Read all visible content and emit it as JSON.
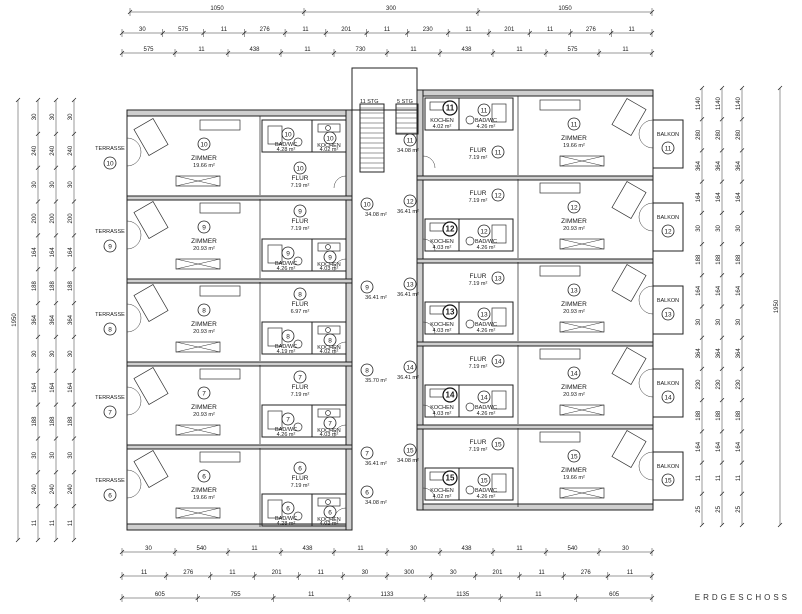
{
  "title": "ERDGESCHOSS",
  "dims": {
    "top_overall": [
      "1050",
      "300",
      "1050"
    ],
    "top_row2": [
      "30",
      "575",
      "11",
      "276",
      "11",
      "201",
      "11",
      "230",
      "11",
      "201",
      "11",
      "276",
      "11"
    ],
    "top_row3": [
      "575",
      "11",
      "438",
      "11",
      "730",
      "11",
      "438",
      "11",
      "575",
      "11"
    ],
    "bottom_row1": [
      "30",
      "540",
      "11",
      "438",
      "11",
      "30",
      "438",
      "11",
      "540",
      "30"
    ],
    "bottom_row2": [
      "11",
      "276",
      "11",
      "201",
      "11",
      "30",
      "300",
      "30",
      "201",
      "11",
      "276",
      "11"
    ],
    "bottom_row3": [
      "605",
      "755",
      "11",
      "1133",
      "1135",
      "11",
      "605"
    ],
    "left_overall": "1950",
    "right_overall": "1950",
    "left_ticks": [
      "30",
      "240",
      "30",
      "200",
      "164",
      "188",
      "364",
      "30",
      "164",
      "188",
      "30",
      "240",
      "11"
    ],
    "right_ticks": [
      "1140",
      "280",
      "364",
      "164",
      "30",
      "188",
      "164",
      "30",
      "364",
      "230",
      "188",
      "164",
      "11",
      "25"
    ]
  },
  "labels": {
    "stair_left": "11 STG",
    "stair_right": "5 STG"
  },
  "left_units": [
    {
      "num": "10",
      "terrasse": "TERRASSE",
      "zimmer": "ZIMMER",
      "zimmer_area": "19.66 m²",
      "flur": "FLUR",
      "flur_area": "7.19 m²",
      "bad": "BAD/WC",
      "bad_area": "4.28 m²",
      "kochen": "KOCHEN",
      "kochen_area": "4.02 m²",
      "entry_area": "34.08 m²"
    },
    {
      "num": "9",
      "terrasse": "TERRASSE",
      "zimmer": "ZIMMER",
      "zimmer_area": "20.93 m²",
      "flur": "FLUR",
      "flur_area": "7.19 m²",
      "bad": "BAD/WC",
      "bad_area": "4.26 m²",
      "kochen": "KOCHEN",
      "kochen_area": "4.03 m²",
      "entry_area": "36.41 m²"
    },
    {
      "num": "8",
      "terrasse": "TERRASSE",
      "zimmer": "ZIMMER",
      "zimmer_area": "20.93 m²",
      "flur": "FLUR",
      "flur_area": "6.97 m²",
      "bad": "BAD/WC",
      "bad_area": "4.19 m²",
      "kochen": "KOCHEN",
      "kochen_area": "4.02 m²",
      "entry_area": "35.70 m²"
    },
    {
      "num": "7",
      "terrasse": "TERRASSE",
      "zimmer": "ZIMMER",
      "zimmer_area": "20.93 m²",
      "flur": "FLUR",
      "flur_area": "7.19 m²",
      "bad": "BAD/WC",
      "bad_area": "4.26 m²",
      "kochen": "KOCHEN",
      "kochen_area": "4.03 m²",
      "entry_area": "36.41 m²"
    },
    {
      "num": "6",
      "terrasse": "TERRASSE",
      "zimmer": "ZIMMER",
      "zimmer_area": "19.66 m²",
      "flur": "FLUR",
      "flur_area": "7.19 m²",
      "bad": "BAD/WC",
      "bad_area": "4.28 m²",
      "kochen": "KOCHEN",
      "kochen_area": "4.02 m²",
      "entry_area": "34.08 m²"
    }
  ],
  "right_units": [
    {
      "num": "11",
      "balkon": "BALKON",
      "zimmer": "ZIMMER",
      "zimmer_area": "19.66 m²",
      "flur": "FLUR",
      "flur_area": "7.19 m²",
      "bad": "BAD/WC",
      "bad_area": "4.26 m²",
      "kochen": "KOCHEN",
      "kochen_area": "4.02 m²",
      "entry_area": "34.08 m²"
    },
    {
      "num": "12",
      "balkon": "BALKON",
      "zimmer": "ZIMMER",
      "zimmer_area": "20.93 m²",
      "flur": "FLUR",
      "flur_area": "7.19 m²",
      "bad": "BAD/WC",
      "bad_area": "4.26 m²",
      "kochen": "KOCHEN",
      "kochen_area": "4.03 m²",
      "entry_area": "36.41 m²"
    },
    {
      "num": "13",
      "balkon": "BALKON",
      "zimmer": "ZIMMER",
      "zimmer_area": "20.93 m²",
      "flur": "FLUR",
      "flur_area": "7.19 m²",
      "bad": "BAD/WC",
      "bad_area": "4.26 m²",
      "kochen": "KOCHEN",
      "kochen_area": "4.03 m²",
      "entry_area": "36.41 m²"
    },
    {
      "num": "14",
      "balkon": "BALKON",
      "zimmer": "ZIMMER",
      "zimmer_area": "20.93 m²",
      "flur": "FLUR",
      "flur_area": "7.19 m²",
      "bad": "BAD/WC",
      "bad_area": "4.26 m²",
      "kochen": "KOCHEN",
      "kochen_area": "4.03 m²",
      "entry_area": "36.41 m²"
    },
    {
      "num": "15",
      "balkon": "BALKON",
      "zimmer": "ZIMMER",
      "zimmer_area": "19.66 m²",
      "flur": "FLUR",
      "flur_area": "7.19 m²",
      "bad": "BAD/WC",
      "bad_area": "4.26 m²",
      "kochen": "KOCHEN",
      "kochen_area": "4.02 m²",
      "entry_area": "34.08 m²"
    }
  ]
}
